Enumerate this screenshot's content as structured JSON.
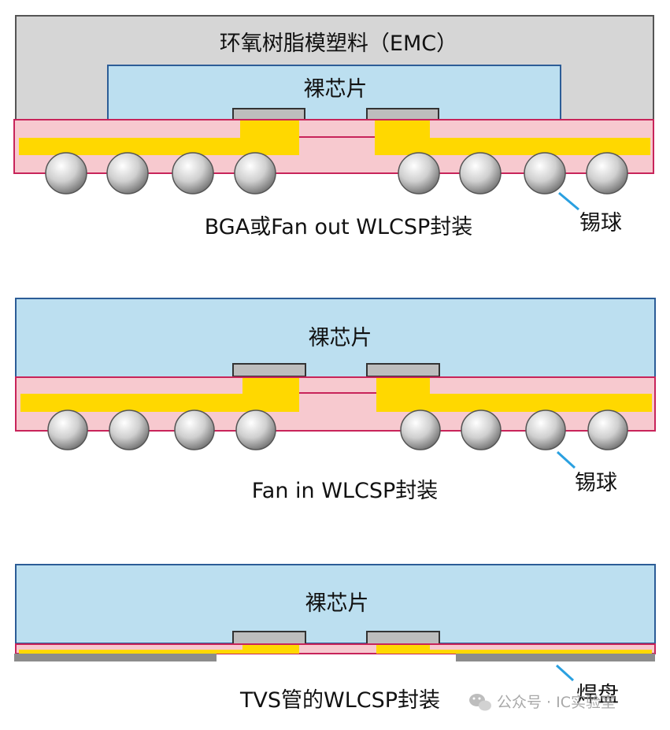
{
  "diagram_1": {
    "emc_label": "环氧树脂模塑料（EMC）",
    "die_label": "裸芯片",
    "caption": "BGA或Fan out WLCSP封装",
    "callout": "锡球"
  },
  "diagram_2": {
    "die_label": "裸芯片",
    "caption": "Fan in WLCSP封装",
    "callout": "锡球"
  },
  "diagram_3": {
    "die_label": "裸芯片",
    "caption": "TVS管的WLCSP封装",
    "callout": "焊盘"
  },
  "watermark": {
    "text": "公众号 · IC实验室",
    "icon": "wechat-icon"
  },
  "colors": {
    "emc_fill": "#d6d6d6",
    "die_fill": "#bcdff0",
    "die_border": "#2c5d97",
    "redistribution_fill": "#f7c9cf",
    "redistribution_border": "#c8245a",
    "copper_trace": "#ffd800",
    "solder_ball": "#c9c9c9",
    "pad_gray": "#8c8c8c",
    "callout_line": "#2aa0e0"
  }
}
